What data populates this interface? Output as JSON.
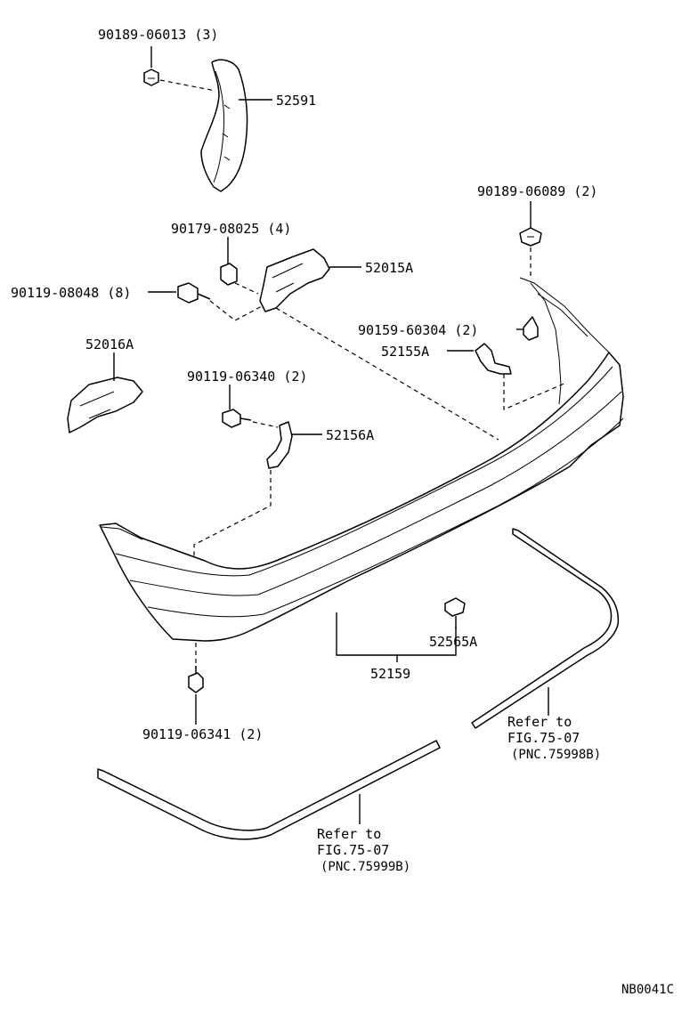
{
  "parts": {
    "p90189_06013": "90189-06013 (3)",
    "p52591": "52591",
    "p90189_06089": "90189-06089 (2)",
    "p90179_08025": "90179-08025 (4)",
    "p52015a": "52015A",
    "p90119_08048": "90119-08048 (8)",
    "p90159_60304": "90159-60304 (2)",
    "p52155a": "52155A",
    "p52016a": "52016A",
    "p90119_06340": "90119-06340 (2)",
    "p52156a": "52156A",
    "p52565a": "52565A",
    "p52159": "52159",
    "p90119_06341": "90119-06341 (2)"
  },
  "refs": {
    "right": {
      "line1": "Refer to",
      "line2": "FIG.75-07",
      "line3": "(PNC.75998B)"
    },
    "left": {
      "line1": "Refer to",
      "line2": "FIG.75-07",
      "line3": "(PNC.75999B)"
    }
  },
  "diagram_code": "NB0041C"
}
